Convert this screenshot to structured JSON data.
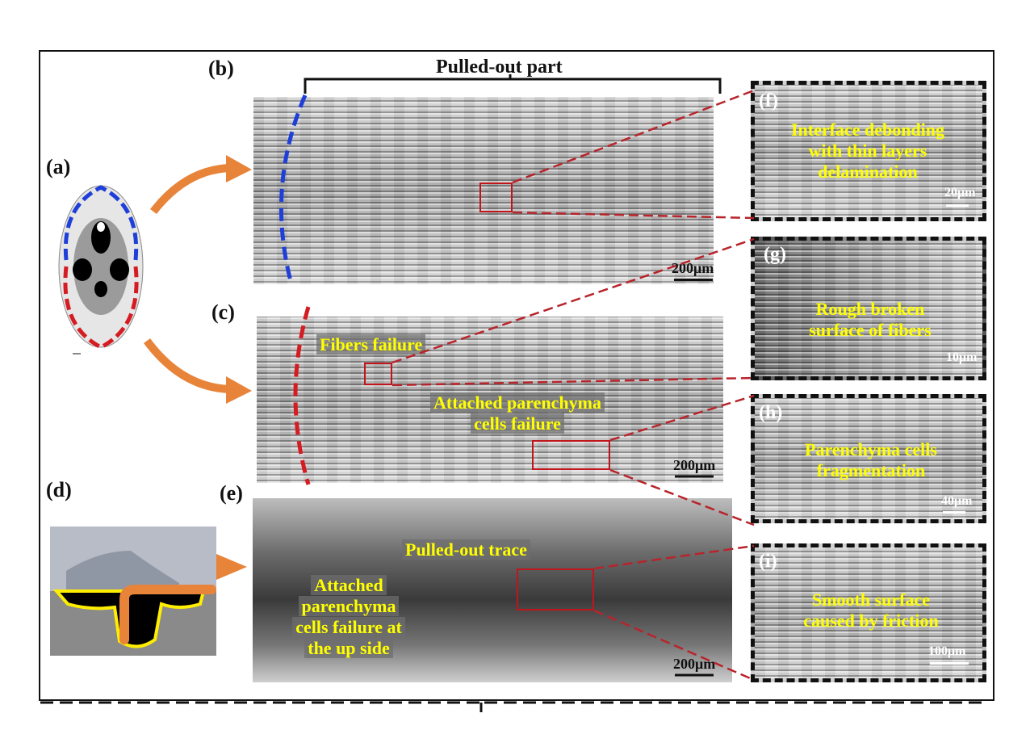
{
  "panels": {
    "a": "(a)",
    "b": "(b)",
    "c": "(c)",
    "d": "(d)",
    "e": "(e)",
    "f": "(f)",
    "g": "(g)",
    "h": "(h)",
    "i": "(i)"
  },
  "bracket_title": "Pulled-out part",
  "labels": {
    "f_text": [
      "Interface debonding",
      "with thin layers",
      "delamination"
    ],
    "g_text": [
      "Rough broken",
      "surface of fibers"
    ],
    "h_text": [
      "Parenchyma cells",
      "fragmentation"
    ],
    "i_text": [
      "Smooth surface",
      "caused  by friction"
    ],
    "c_fibers": "Fibers failure",
    "c_attached": [
      "Attached parenchyma",
      "cells failure"
    ],
    "e_trace": "Pulled-out trace",
    "e_attached": [
      "Attached",
      "parenchyma",
      "cells failure at",
      "the up side"
    ]
  },
  "scales": {
    "b": "200μm",
    "c": "200μm",
    "e": "200μm",
    "f": "20μm",
    "g": "10μm",
    "h": "40μm",
    "i": "100μm"
  },
  "colors": {
    "arrow": "#e8843a",
    "blue_dash": "#1f3fd9",
    "red_dash": "#d51c22",
    "yellow": "#ffff00"
  }
}
